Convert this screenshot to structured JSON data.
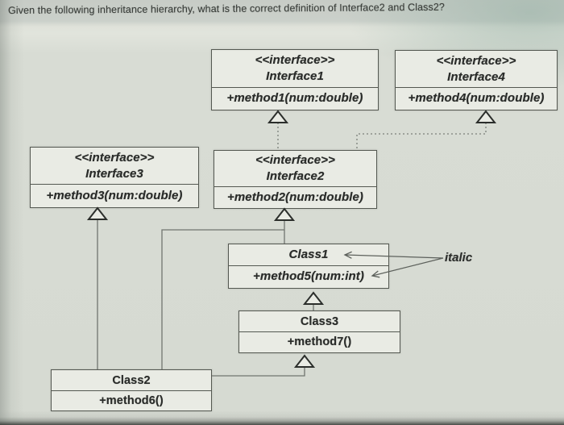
{
  "question": {
    "text": "Given the following inheritance hierarchy, what is the correct definition of Interface2 and Class2?"
  },
  "diagram": {
    "boxes": {
      "interface1": {
        "stereotype": "<<interface>>",
        "name": "Interface1",
        "method": "+method1(num:double)"
      },
      "interface4": {
        "stereotype": "<<interface>>",
        "name": "Interface4",
        "method": "+method4(num:double)"
      },
      "interface3": {
        "stereotype": "<<interface>>",
        "name": "Interface3",
        "method": "+method3(num:double)"
      },
      "interface2": {
        "stereotype": "<<interface>>",
        "name": "Interface2",
        "method": "+method2(num:double)"
      },
      "class1": {
        "name": "Class1",
        "method": "+method5(num:int)",
        "style_note": "italic"
      },
      "class3": {
        "name": "Class3",
        "method": "+method7()"
      },
      "class2": {
        "name": "Class2",
        "method": "+method6()"
      }
    },
    "annotation": {
      "label": "italic",
      "targets": [
        "Class1",
        "+method5(num:int)"
      ]
    },
    "edges": [
      {
        "from": "Interface2",
        "to": "Interface1",
        "type": "generalization",
        "style": "dotted"
      },
      {
        "from": "Interface2",
        "to": "Interface4",
        "type": "generalization",
        "style": "dotted"
      },
      {
        "from": "Class2",
        "to": "Interface3",
        "type": "generalization",
        "style": "solid"
      },
      {
        "from": "Class1",
        "to": "Interface2",
        "type": "generalization",
        "style": "solid"
      },
      {
        "from": "Class2",
        "to": "Interface2",
        "type": "generalization",
        "style": "solid"
      },
      {
        "from": "Class3",
        "to": "Class1",
        "type": "generalization",
        "style": "solid"
      },
      {
        "from": "Class2",
        "to": "Class3",
        "type": "generalization",
        "style": "solid"
      }
    ],
    "colors": {
      "background": "#d8dcd4",
      "question_bar": "#cbd0ca",
      "box_fill": "#e9ebe4",
      "box_border": "#545851",
      "text": "#292b29",
      "connector": "#70756f"
    }
  }
}
